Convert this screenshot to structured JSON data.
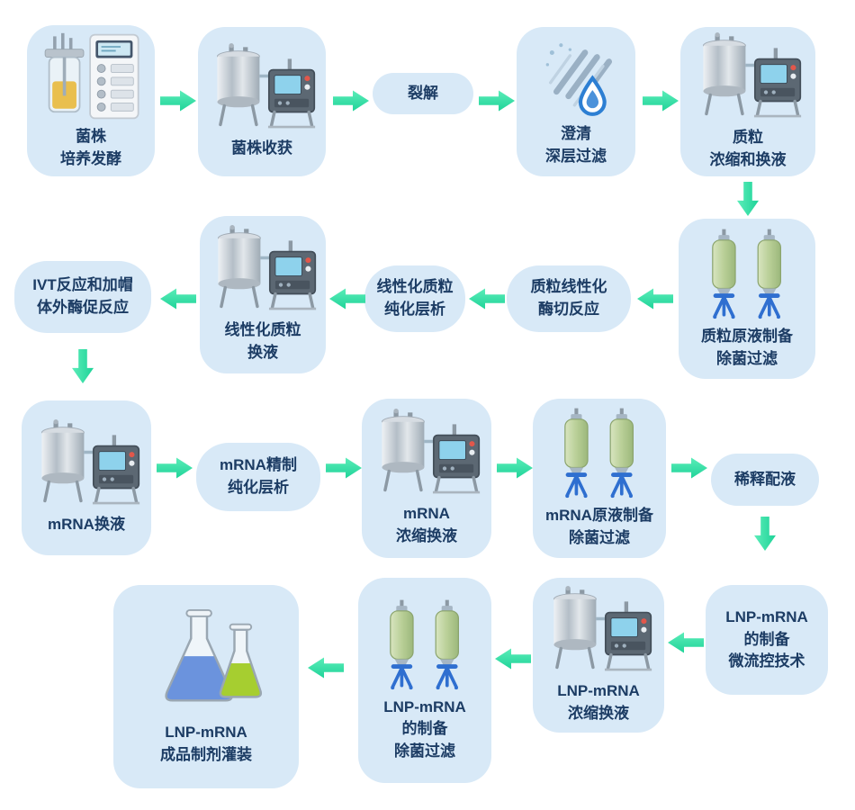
{
  "diagram": {
    "colors": {
      "node_background": "#d8e9f7",
      "label_text": "#1c3c64",
      "arrow_gradient_start": "#5cedb9",
      "arrow_gradient_end": "#1ed398"
    },
    "nodes": {
      "strain_culture": {
        "label": "菌株\n培养发酵",
        "icon": "bioreactor-icon"
      },
      "strain_harvest": {
        "label": "菌株收获",
        "icon": "tff-system-icon"
      },
      "lysis": {
        "label": "裂解"
      },
      "clarification": {
        "label": "澄清\n深层过滤",
        "icon": "depth-filter-icon"
      },
      "plasmid_concentration": {
        "label": "质粒\n浓缩和换液",
        "icon": "tff-system-icon"
      },
      "plasmid_bulk_filtration": {
        "label": "质粒原液制备\n除菌过滤",
        "icon": "filter-columns-icon"
      },
      "plasmid_linearization": {
        "label": "质粒线性化\n酶切反应"
      },
      "linearized_purification": {
        "label": "线性化质粒\n纯化层析"
      },
      "linearized_exchange": {
        "label": "线性化质粒\n换液",
        "icon": "tff-system-icon"
      },
      "ivt_capping": {
        "label": "IVT反应和加帽\n体外酶促反应"
      },
      "mrna_exchange": {
        "label": "mRNA换液",
        "icon": "tff-system-icon"
      },
      "mrna_purification": {
        "label": "mRNA精制\n纯化层析"
      },
      "mrna_concentration": {
        "label": "mRNA\n浓缩换液",
        "icon": "tff-system-icon"
      },
      "mrna_bulk_filtration": {
        "label": "mRNA原液制备\n除菌过滤",
        "icon": "filter-columns-icon"
      },
      "dilution": {
        "label": "稀释配液"
      },
      "lnp_preparation": {
        "label": "LNP-mRNA\n的制备\n微流控技术"
      },
      "lnp_concentration": {
        "label": "LNP-mRNA\n浓缩换液",
        "icon": "tff-system-icon"
      },
      "lnp_filtration": {
        "label": "LNP-mRNA\n的制备\n除菌过滤",
        "icon": "filter-columns-icon"
      },
      "lnp_filling": {
        "label": "LNP-mRNA\n成品制剂灌装",
        "icon": "flasks-icon"
      }
    }
  }
}
